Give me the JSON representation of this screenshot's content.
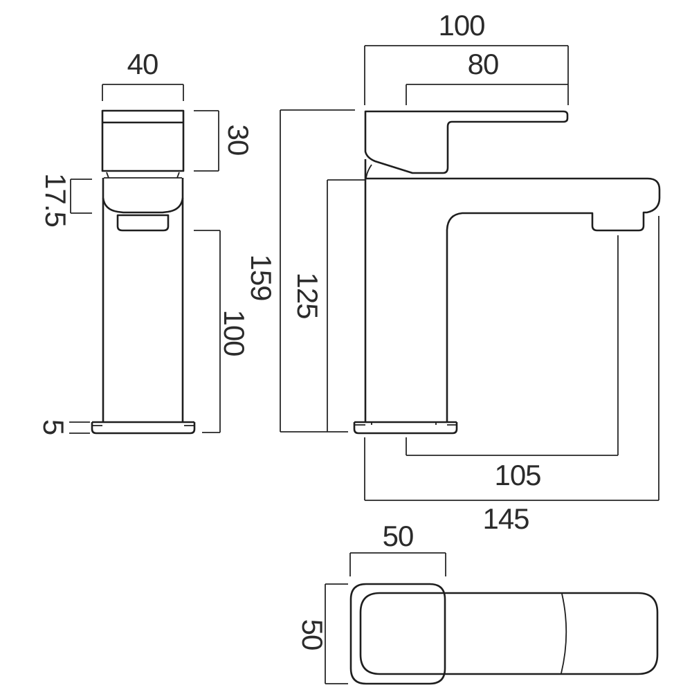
{
  "drawing": {
    "type": "technical-dimension-drawing",
    "subject": "monobloc basin mixer tap",
    "views": {
      "front": {
        "dimensions": {
          "handle_width": "40",
          "handle_height": "30",
          "spout_section_height": "17.5",
          "body_height": "100",
          "base_thickness": "5"
        }
      },
      "side": {
        "dimensions": {
          "lever_length": "100",
          "lever_grip_length": "80",
          "overall_height": "159",
          "spout_top_height": "125",
          "spout_reach": "105",
          "overall_projection": "145"
        }
      },
      "plan": {
        "dimensions": {
          "base_width": "50",
          "base_depth": "50"
        }
      }
    }
  },
  "colors": {
    "line": "#1e1e1e",
    "dim": "#262626",
    "text": "#2b2b2b",
    "background": "#ffffff"
  }
}
